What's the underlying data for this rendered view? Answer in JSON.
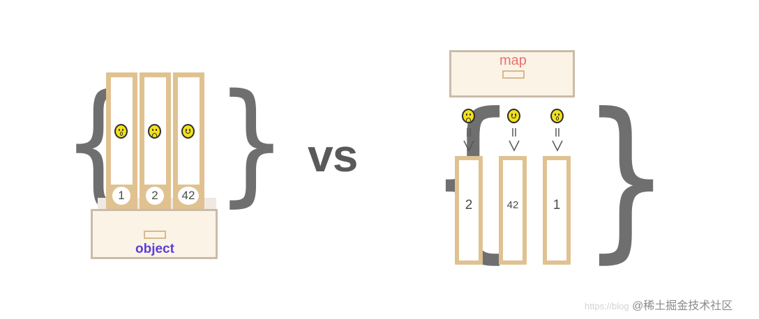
{
  "left": {
    "labels": [
      "1",
      "2",
      "42"
    ],
    "faces": [
      "surprised-face",
      "sad-face",
      "happy-face"
    ],
    "drawer_label": "object"
  },
  "vs_text": "vs",
  "right": {
    "drawer_label": "map",
    "faces": [
      "sad-face",
      "happy-face",
      "surprised-face"
    ],
    "values": [
      "2",
      "42",
      "1"
    ]
  },
  "watermark": {
    "url": "https://blog",
    "brand": "@稀土掘金技术社区"
  },
  "colors": {
    "folder": "#e0c291",
    "drawer_border": "#cbbba8",
    "drawer_fill": "#fbf3e6",
    "brace": "#6f6f6f",
    "face": "#f2e01c",
    "map_label": "#ec6f6f",
    "object_label": "#5b3fd6"
  }
}
